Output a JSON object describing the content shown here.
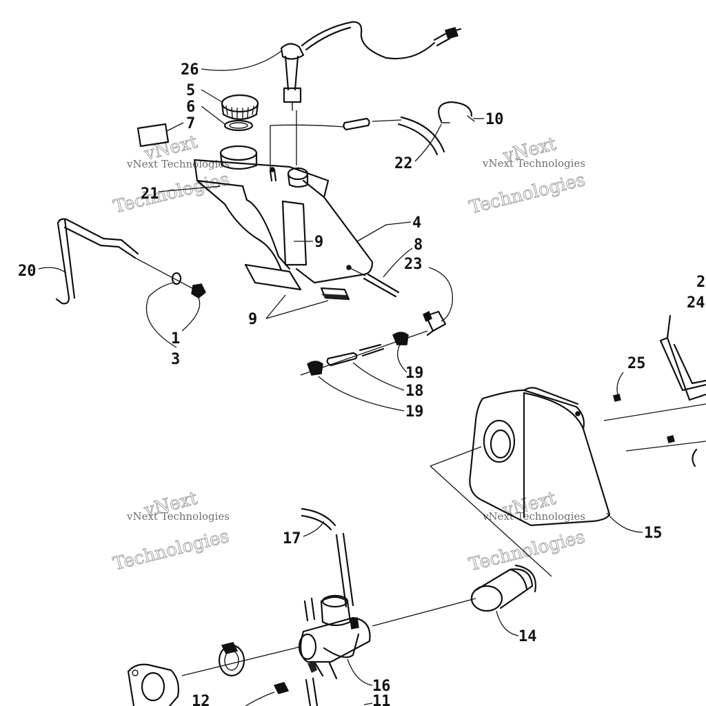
{
  "callouts": {
    "c26": "26",
    "c5": "5",
    "c6": "6",
    "c7": "7",
    "c10": "10",
    "c22": "22",
    "c21": "21",
    "c4": "4",
    "c8": "8",
    "c9a": "9",
    "c23": "23",
    "c20": "20",
    "c9b": "9",
    "c1": "1",
    "c3": "3",
    "c19a": "19",
    "c18": "18",
    "c19b": "19",
    "c25": "25",
    "c24": "24",
    "c2x": "2",
    "c15": "15",
    "c17": "17",
    "c14": "14",
    "c16": "16",
    "c12": "12",
    "c11": "11"
  },
  "watermark": {
    "brand": "vNext",
    "word": "Technologies",
    "full": "vNext Technologies"
  }
}
